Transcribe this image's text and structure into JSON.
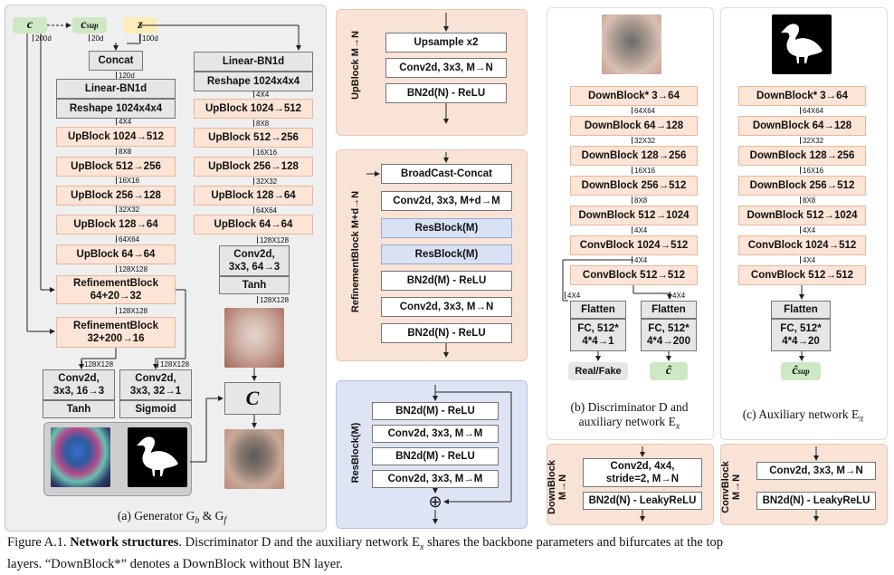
{
  "generator": {
    "inputs": {
      "c": "c",
      "csup": "c",
      "csup_sub": "sup",
      "z": "z",
      "c_dim": "200d",
      "csup_dim": "20d",
      "z_dim": "100d"
    },
    "concat": "Concat",
    "concat_dim": "120d",
    "left_linear": "Linear-BN1d",
    "left_reshape": "Reshape 1024x4x4",
    "right_linear": "Linear-BN1d",
    "right_reshape": "Reshape 1024x4x4",
    "left_blocks": [
      "UpBlock 1024→512",
      "UpBlock 512→256",
      "UpBlock 256→128",
      "UpBlock 128→64",
      "UpBlock 64→64"
    ],
    "right_blocks": [
      "UpBlock 1024→512",
      "UpBlock 512→256",
      "UpBlock 256→128",
      "UpBlock 128→64",
      "UpBlock 64→64"
    ],
    "dims_left": [
      "4X4",
      "8X8",
      "16X16",
      "32X32",
      "64X64",
      "128X128"
    ],
    "dims_right": [
      "4X4",
      "8X8",
      "16X16",
      "32X32",
      "64X64",
      "128X128"
    ],
    "refine1": "RefinementBlock\n64+20→32",
    "refine1_dim": "128X128",
    "refine2": "RefinementBlock\n32+200→16",
    "conv_tanh_left_top": "Conv2d,\n3x3, 16→3",
    "conv_tanh_left_bot": "Tanh",
    "conv_sig_top": "Conv2d,\n3x3, 32→1",
    "conv_sig_bot": "Sigmoid",
    "conv_dim_left": "128X128",
    "conv_dim_mid": "128X128",
    "right_conv_top": "Conv2d,\n3x3, 64→3",
    "right_conv_bot": "Tanh",
    "right_conv_dim_in": "128X128",
    "right_conv_dim_out": "128X128",
    "composite": "C",
    "caption": "(a) Generator G",
    "caption_b": "b",
    "caption_amp": " & G",
    "caption_f": "f"
  },
  "upblock": {
    "title": "UpBlock M→N",
    "layers": [
      "Upsample x2",
      "Conv2d, 3x3, M→N",
      "BN2d(N) - ReLU"
    ]
  },
  "refinement": {
    "title": "RefinementBlock M+d→N",
    "layers": [
      "BroadCast-Concat",
      "Conv2d, 3x3, M+d→M",
      "ResBlock(M)",
      "ResBlock(M)",
      "BN2d(M) - ReLU",
      "Conv2d, 3x3, M→N",
      "BN2d(N) - ReLU"
    ]
  },
  "resblock": {
    "title": "ResBlock(M)",
    "layers": [
      "BN2d(M) - ReLU",
      "Conv2d, 3x3, M→M",
      "BN2d(M) - ReLU",
      "Conv2d, 3x3, M→M"
    ],
    "plus": "⊕"
  },
  "discriminator": {
    "blocks": [
      "DownBlock* 3→64",
      "DownBlock 64→128",
      "DownBlock 128→256",
      "DownBlock 256→512",
      "DownBlock 512→1024",
      "ConvBlock 1024→512",
      "ConvBlock 512→512"
    ],
    "dims": [
      "64X64",
      "32X32",
      "16X16",
      "8X8",
      "4X4",
      "4X4"
    ],
    "split_dim_left": "4X4",
    "split_dim_right": "4X4",
    "head_left_top": "Flatten",
    "head_left_bot": "FC, 512*\n4*4→1",
    "head_right_top": "Flatten",
    "head_right_bot": "FC, 512*\n4*4→200",
    "out_left": "Real/Fake",
    "out_right": "ĉ",
    "caption_line1": "(b) Discriminator D and",
    "caption_line2": "auxiliary network E",
    "caption_sub": "x"
  },
  "auxiliary": {
    "blocks": [
      "DownBlock* 3→64",
      "DownBlock 64→128",
      "DownBlock 128→256",
      "DownBlock 256→512",
      "DownBlock 512→1024",
      "ConvBlock 1024→512",
      "ConvBlock 512→512"
    ],
    "dims": [
      "64X64",
      "32X32",
      "16X16",
      "8X8",
      "4X4",
      "4X4"
    ],
    "head_top": "Flatten",
    "head_bot": "FC, 512*\n4*4→20",
    "out": "ĉ",
    "out_sub": "sup",
    "caption": "(c) Auxiliary network E",
    "caption_sub": "π"
  },
  "downblock": {
    "title": "DownBlock\nM→N",
    "layers": [
      "Conv2d, 4x4,\nstride=2, M→N",
      "BN2d(N) - LeakyReLU"
    ]
  },
  "convblock": {
    "title": "ConvBlock\nM→N",
    "layers": [
      "Conv2d, 3x3, M→N",
      "BN2d(N) - LeakyReLU"
    ]
  },
  "figure_caption": {
    "prefix": "Figure A.1. ",
    "bold": "Network structures",
    "text1": ". Discriminator D and the auxiliary network E",
    "text1_sub": "x",
    "text2": " shares the backbone parameters and bifurcates at the top",
    "line2": "layers. “DownBlock*” denotes a DownBlock without BN layer."
  },
  "colors": {
    "peach": "#fce4d6",
    "green_pill": "#cfe8c4",
    "yellow_pill": "#fdeeb8",
    "blue": "#d9e2f5"
  }
}
